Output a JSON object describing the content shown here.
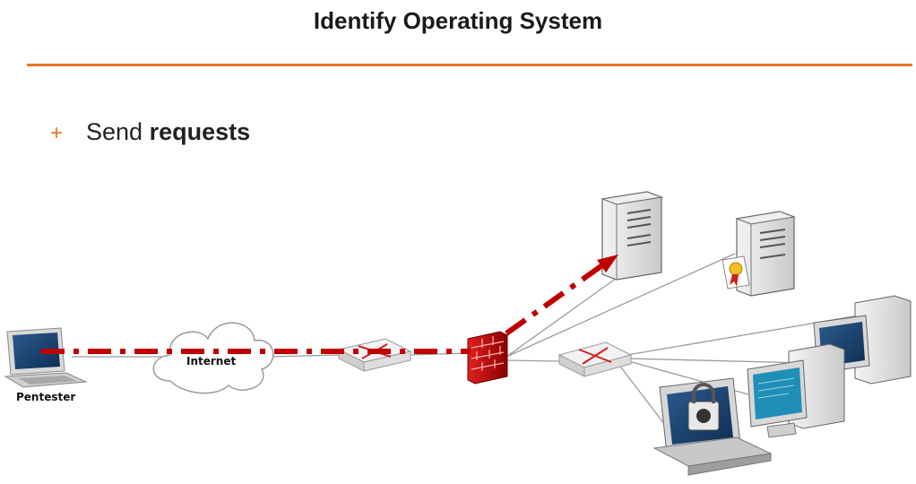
{
  "slide": {
    "title": "Identify Operating System",
    "bullet": {
      "marker": "+",
      "prefix": "Send ",
      "emphasis": "requests"
    }
  },
  "diagram": {
    "labels": {
      "pentester": "Pentester",
      "internet": "Internet"
    },
    "colors": {
      "accent": "#e87722",
      "attack_path": "#c00000",
      "link": "#9a9a9a"
    }
  }
}
